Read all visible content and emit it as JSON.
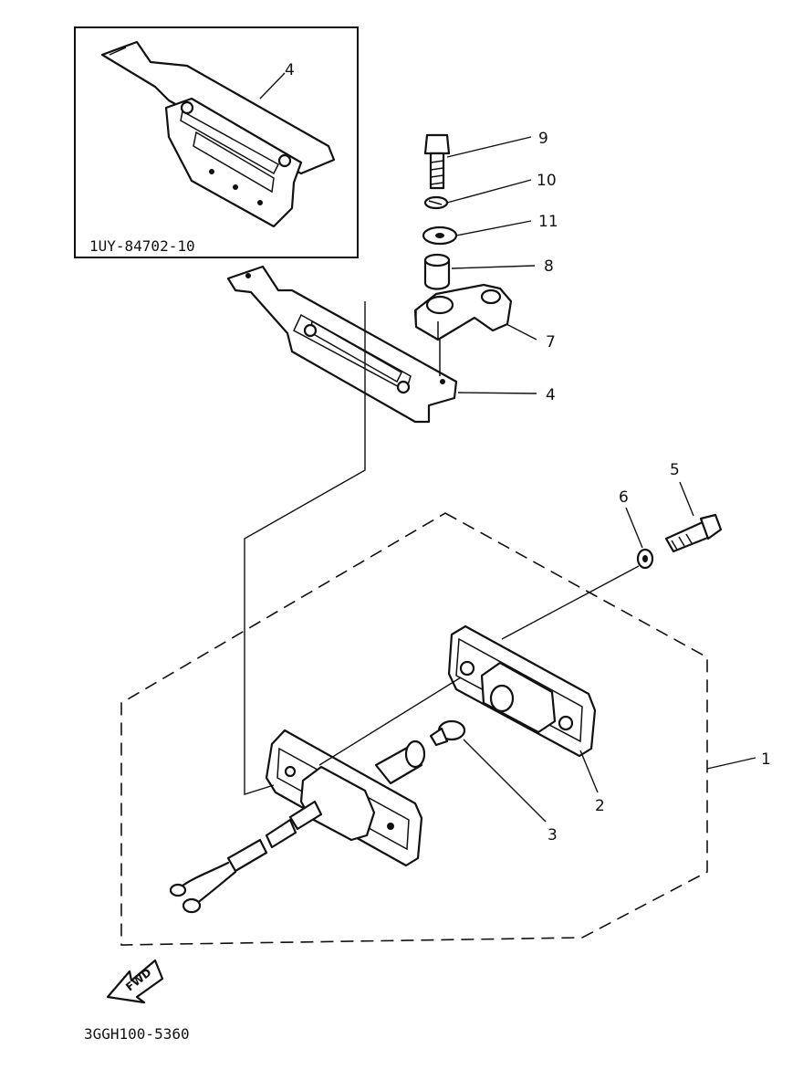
{
  "inset": {
    "part_number": "1UY-84702-10",
    "callout": "4"
  },
  "callouts": {
    "c1": "1",
    "c2": "2",
    "c3": "3",
    "c4": "4",
    "c5": "5",
    "c6": "6",
    "c7": "7",
    "c8": "8",
    "c9": "9",
    "c10": "10",
    "c11": "11"
  },
  "fwd_label": "FWD",
  "figure_code": "3GGH100-5360"
}
